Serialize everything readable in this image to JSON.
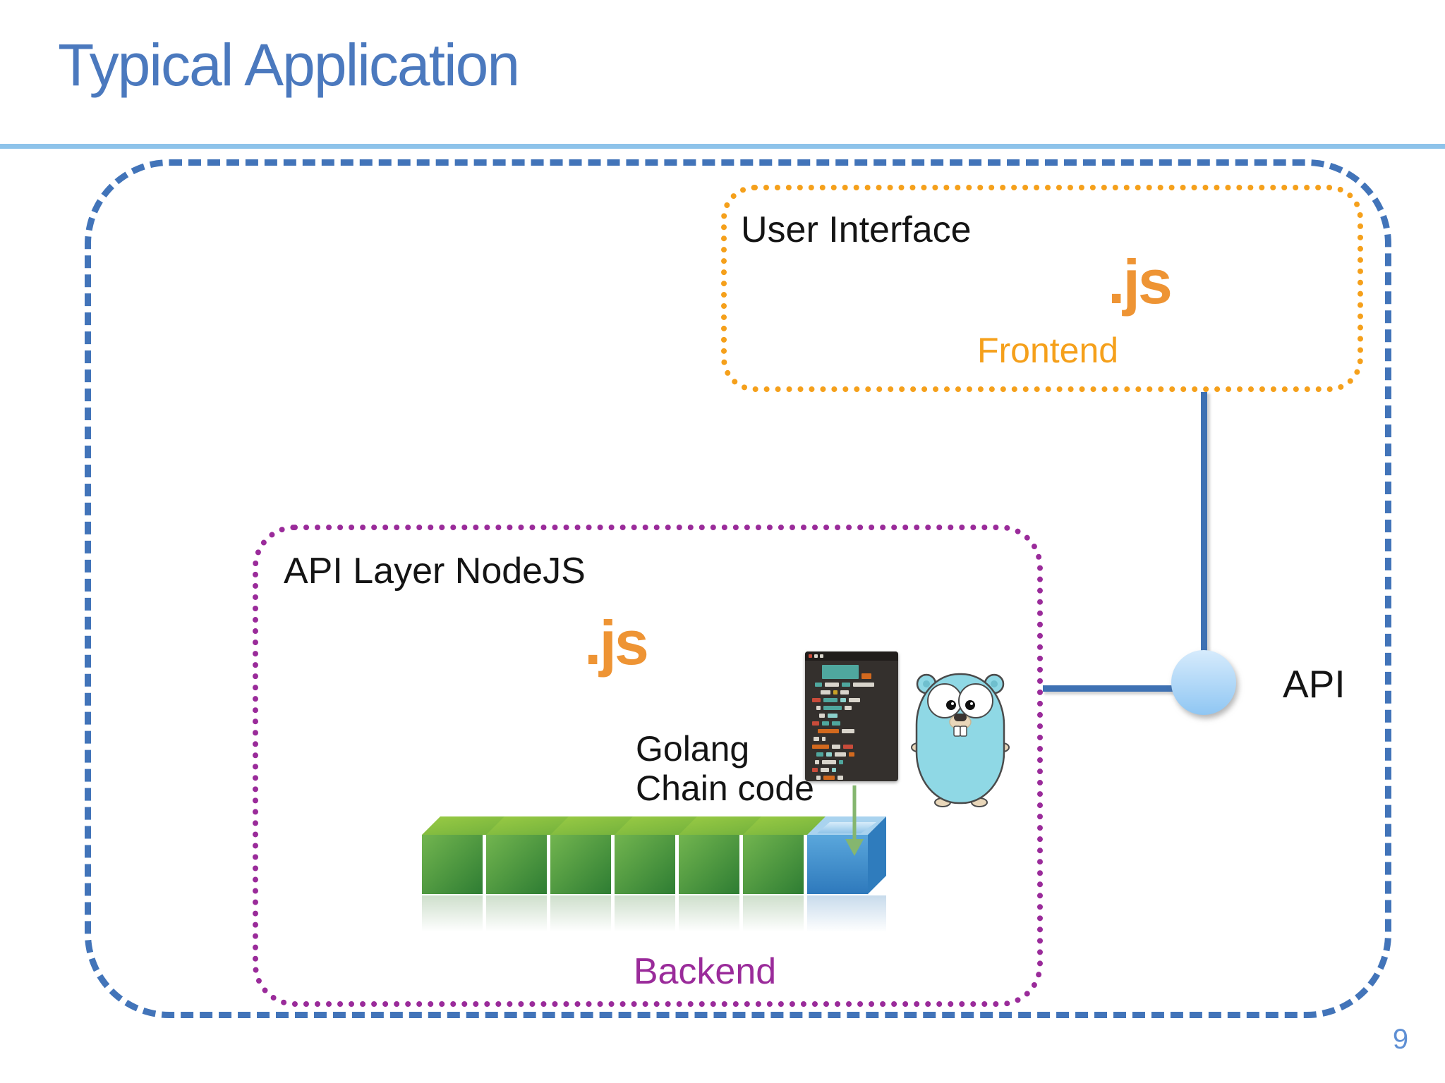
{
  "slide": {
    "title": "Typical Application",
    "page_number": "9"
  },
  "frontend_box": {
    "label": "User Interface",
    "nodejs_logo": ".js",
    "caption": "Frontend"
  },
  "backend_box": {
    "label": "API Layer NodeJS",
    "nodejs_logo": ".js",
    "golang_caption": [
      "Golang",
      "Chain code"
    ],
    "caption": "Backend"
  },
  "connector": {
    "api_label": "API"
  },
  "colors": {
    "title-blue": "#4B79BE",
    "rule-blue": "#8EC3EA",
    "boundary-blue": "#4274B9",
    "frontend-orange": "#F5A01B",
    "backend-purple": "#9A2B9A",
    "nodejs-orange": "#EE9434",
    "connector-blue": "#3E71B3",
    "node-light": "#D6EBFC",
    "node-dark": "#8FC6F3",
    "page-blue": "#5E8FD4",
    "text-black": "#141414"
  },
  "code_panel": {
    "palette": {
      "w": "#D9D5CC",
      "t": "#4FA79E",
      "c": "#8BD0CB",
      "r": "#C84B3A",
      "o": "#D2691E",
      "y": "#C9A227"
    },
    "titlebar_dots": [
      "#C84B3A",
      "#D9D5CC",
      "#D9D5CC"
    ],
    "rows": [
      {
        "i": 18,
        "s": [
          [
            "t",
            52,
            20
          ],
          [
            "o",
            14,
            8
          ]
        ]
      },
      {
        "i": 8,
        "s": [
          [
            "t",
            10
          ],
          [
            "w",
            20
          ],
          [
            "t",
            12
          ],
          [
            "w",
            30
          ]
        ]
      },
      {
        "i": 16,
        "s": [
          [
            "w",
            14
          ],
          [
            "y",
            6
          ],
          [
            "w",
            12
          ]
        ]
      },
      {
        "i": 4,
        "s": [
          [
            "r",
            12
          ],
          [
            "t",
            20
          ],
          [
            "c",
            8
          ],
          [
            "w",
            16
          ]
        ]
      },
      {
        "i": 10,
        "s": [
          [
            "w",
            6
          ],
          [
            "t",
            26
          ],
          [
            "w",
            10
          ]
        ]
      },
      {
        "i": 14,
        "s": [
          [
            "w",
            8
          ],
          [
            "c",
            14
          ]
        ]
      },
      {
        "i": 4,
        "s": [
          [
            "r",
            10
          ],
          [
            "t",
            10
          ],
          [
            "t",
            12
          ]
        ]
      },
      {
        "i": 12,
        "s": [
          [
            "o",
            30
          ],
          [
            "w",
            18
          ]
        ]
      },
      {
        "i": 6,
        "s": [
          [
            "w",
            8
          ],
          [
            "w",
            5
          ]
        ]
      },
      {
        "i": 4,
        "s": [
          [
            "o",
            24
          ],
          [
            "w",
            12
          ],
          [
            "r",
            14
          ]
        ]
      },
      {
        "i": 10,
        "s": [
          [
            "t",
            10
          ],
          [
            "c",
            8
          ],
          [
            "w",
            16
          ],
          [
            "o",
            8
          ]
        ]
      },
      {
        "i": 8,
        "s": [
          [
            "w",
            6
          ],
          [
            "w",
            20
          ],
          [
            "t",
            6
          ]
        ]
      },
      {
        "i": 4,
        "s": [
          [
            "r",
            8
          ],
          [
            "w",
            12
          ],
          [
            "c",
            6
          ]
        ]
      },
      {
        "i": 10,
        "s": [
          [
            "w",
            6
          ],
          [
            "o",
            16
          ],
          [
            "w",
            8
          ]
        ]
      }
    ]
  }
}
